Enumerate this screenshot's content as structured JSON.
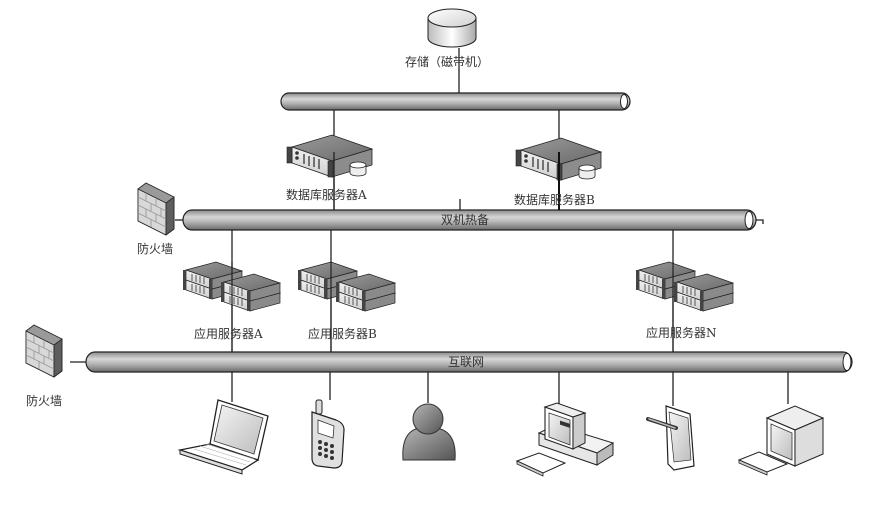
{
  "diagram": {
    "title": "",
    "nodes": {
      "storage": {
        "label": "存储（磁带机）",
        "icon": "tape-storage-icon"
      },
      "db_server_a": {
        "label": "数据库服务器A",
        "icon": "rack-server-icon"
      },
      "db_server_b": {
        "label": "数据库服务器B",
        "icon": "rack-server-icon"
      },
      "firewall_1": {
        "label": "防火墙",
        "icon": "firewall-icon"
      },
      "firewall_2": {
        "label": "防火墙",
        "icon": "firewall-icon"
      },
      "app_server_a": {
        "label": "应用服务器A",
        "icon": "server-cluster-icon"
      },
      "app_server_b": {
        "label": "应用服务器B",
        "icon": "server-cluster-icon"
      },
      "app_server_n": {
        "label": "应用服务器N",
        "icon": "server-cluster-icon"
      },
      "laptop": {
        "label": "",
        "icon": "laptop-icon"
      },
      "mobile_phone": {
        "label": "",
        "icon": "mobile-phone-icon"
      },
      "user": {
        "label": "",
        "icon": "user-icon"
      },
      "desktop_pc": {
        "label": "",
        "icon": "desktop-pc-icon"
      },
      "tablet": {
        "label": "",
        "icon": "tablet-icon"
      },
      "terminal": {
        "label": "",
        "icon": "terminal-monitor-icon"
      }
    },
    "buses": {
      "storage_bus": {
        "label": ""
      },
      "hot_standby_bus": {
        "label": "双机热备"
      },
      "internet_bus": {
        "label": "互联网"
      }
    },
    "colors": {
      "pipe_dark": "#6e6e6e",
      "pipe_light": "#d8d8d8",
      "line": "#222222",
      "device_body": "#bdbdbd",
      "device_dark": "#555555"
    }
  }
}
